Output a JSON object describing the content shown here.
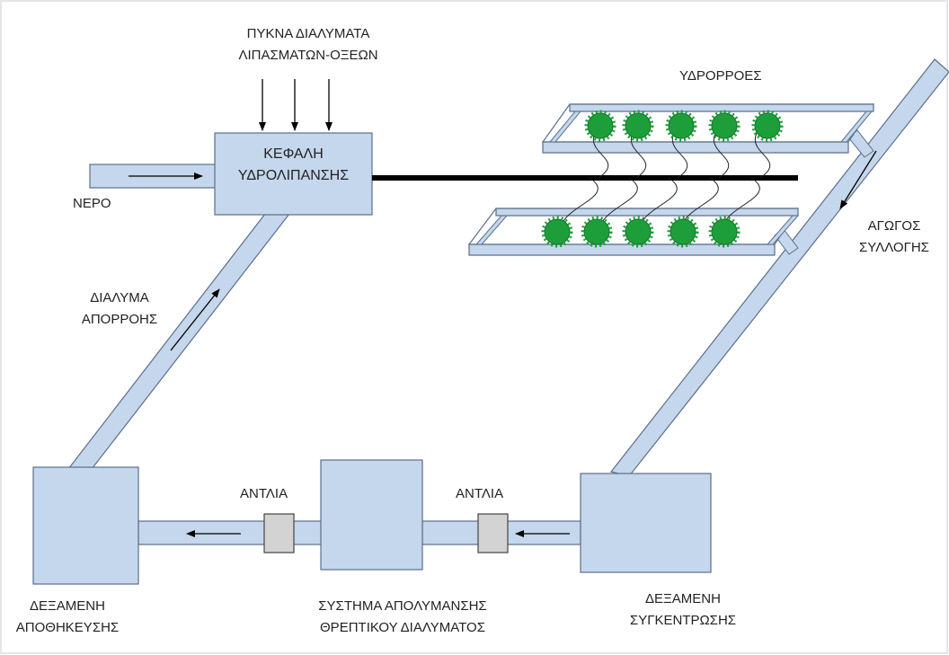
{
  "labels": {
    "concentrated_solutions_line1": "ΠΥΚΝΑ ΔΙΑΛΥΜΑΤΑ",
    "concentrated_solutions_line2": "ΛΙΠΑΣΜΑΤΩΝ-ΟΞΕΩΝ",
    "water": "ΝΕΡΟ",
    "head_line1": "ΚΕΦΑΛΗ",
    "head_line2": "ΥΔΡΟΛΙΠΑΝΣΗΣ",
    "gutters": "ΥΔΡΟΡΡΟΕΣ",
    "collector_line1": "ΑΓΩΓΟΣ",
    "collector_line2": "ΣΥΛΛΟΓΗΣ",
    "drain_solution_line1": "ΔΙΑΛΥΜΑ",
    "drain_solution_line2": "ΑΠΟΡΡΟΗΣ",
    "pump_left": "ΑΝΤΛΙΑ",
    "pump_right": "ΑΝΤΛΙΑ",
    "storage_tank_line1": "ΔΕΞΑΜΕΝΗ",
    "storage_tank_line2": "ΑΠΟΘΗΚΕΥΣΗΣ",
    "disinfection_line1": "ΣΥΣΤΗΜΑ ΑΠΟΛΥΜΑΝΣΗΣ",
    "disinfection_line2": "ΘΡΕΠΤΙΚΟΥ ΔΙΑΛΥΜΑΤΟΣ",
    "collection_tank_line1": "ΔΕΞΑΜΕΝΗ",
    "collection_tank_line2": "ΣΥΓΚΕΝΤΡΩΣΗΣ"
  },
  "colors": {
    "pipe_fill": "#c5d7ec",
    "pipe_stroke": "#5b6f8a",
    "pump_fill": "#d3d3d3",
    "plant_fill": "#1e9e3a",
    "main_line": "#000000"
  }
}
